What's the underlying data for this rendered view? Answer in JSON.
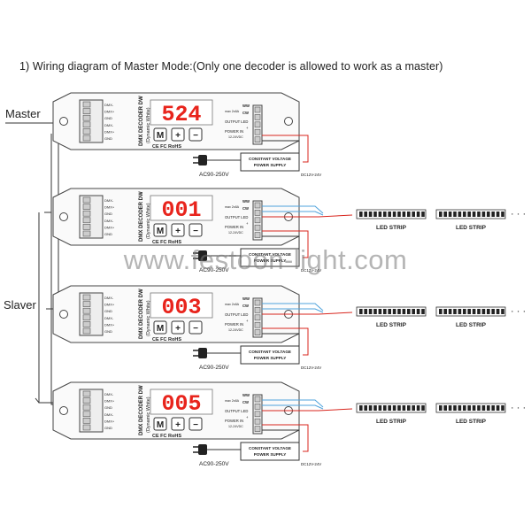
{
  "title": "1) Wiring diagram of Master Mode:(Only one decoder is allowed to work as a master)",
  "watermark": "www.festoon-light.com",
  "labels": {
    "master": "Master",
    "slaver": "Slaver"
  },
  "decoder": {
    "model": "DMX DECODER DW",
    "subtitle": "(Dynamic White)",
    "buttons": [
      "M",
      "+",
      "−"
    ],
    "cert": "CE FC RoHS",
    "left_terminals": [
      "DMX-",
      "DMX+",
      "GND",
      "DMX-",
      "DMX+",
      "GND"
    ],
    "right_labels": [
      "max 2x8A",
      "WW",
      "CW",
      "OUTPUT LED",
      "+",
      "POWER IN",
      "12-24VDC"
    ]
  },
  "units": [
    {
      "role": "master",
      "display": "524",
      "has_strip": false
    },
    {
      "role": "slave",
      "display": "001",
      "has_strip": true
    },
    {
      "role": "slave",
      "display": "003",
      "has_strip": true
    },
    {
      "role": "slave",
      "display": "005",
      "has_strip": true
    }
  ],
  "power_supply": {
    "line1": "CONSTANT VOLTAGE",
    "line2": "POWER SUPPLY",
    "input": "AC90-250V",
    "output": "DC12V-24V"
  },
  "led_strip": {
    "label": "LED STRIP",
    "continuation": "· · ·"
  },
  "colors": {
    "display_red": "#e8241c",
    "wire_blue": "#4fa3dc",
    "wire_red": "#d8261e",
    "line": "#333333"
  }
}
